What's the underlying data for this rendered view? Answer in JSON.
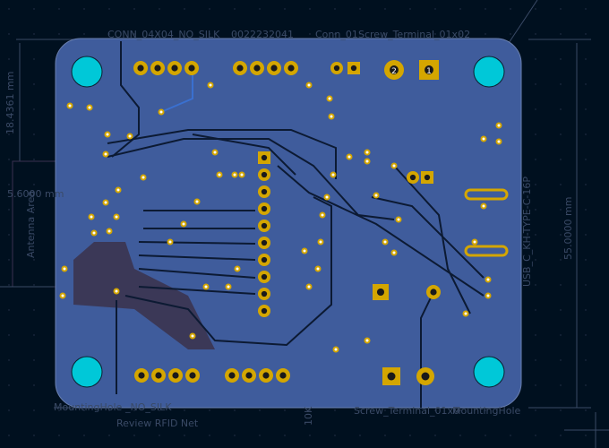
{
  "colors": {
    "background": "#00101f",
    "board": "#3f5c9c",
    "pad": "#d4a600",
    "hole": "#1a1a1a",
    "mounting": "#00c8d8",
    "trace": "#0c1a33",
    "silk": "#3a4a66"
  },
  "labels": {
    "conn_top": "CONN_04X04_NO_SILK",
    "part_top": "0022232041",
    "conn01": "Conn_01",
    "screw_top": "Screw_Terminal_01x02",
    "dim_left": "18.4361 mm",
    "dim_small": "5.6000 mm",
    "antenna": "Antenna Area",
    "dim_right": "55.0000 mm",
    "usb": "USB_C_KH-TYPE-C-16P",
    "mh_left": "MountingHole",
    "conn_bottom": "_NO_SILK",
    "review": "Review RFID Net",
    "res": "10K",
    "screw_bottom": "Screw_Terminal_01x0",
    "mh_right": "MountingHole",
    "pin2": "2",
    "pin1": "1"
  }
}
